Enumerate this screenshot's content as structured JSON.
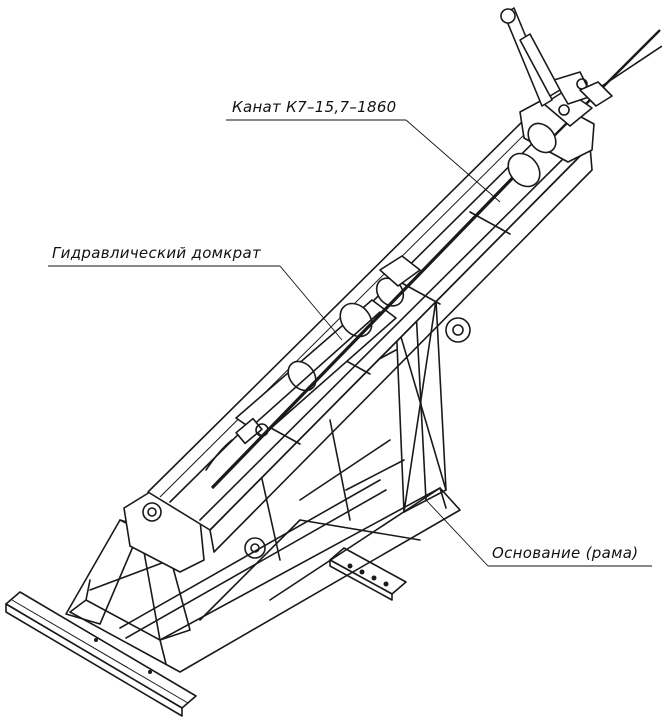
{
  "labels": {
    "cable": "Канат К7–15,7–1860",
    "jack": "Гидравлический домкрат",
    "base": "Основание (рама)"
  },
  "colors": {
    "line": "#1a1a1a",
    "background": "#ffffff"
  }
}
